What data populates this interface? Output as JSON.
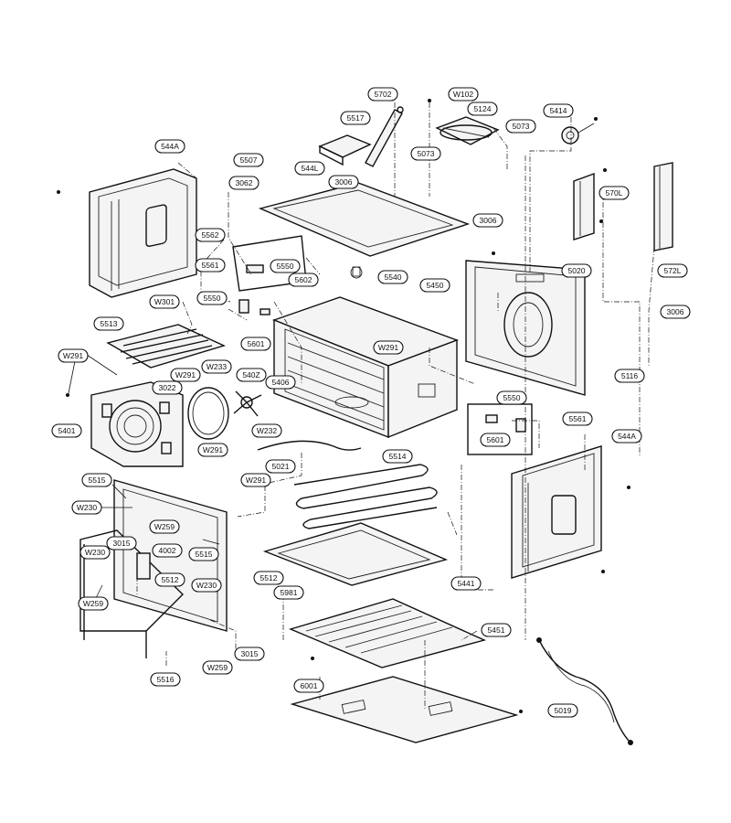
{
  "callouts": [
    {
      "id": "c-5702",
      "label": "5702"
    },
    {
      "id": "c-W102",
      "label": "W102"
    },
    {
      "id": "c-5124",
      "label": "5124"
    },
    {
      "id": "c-5517",
      "label": "5517"
    },
    {
      "id": "c-5073a",
      "label": "5073"
    },
    {
      "id": "c-5073b",
      "label": "5073"
    },
    {
      "id": "c-5414",
      "label": "5414"
    },
    {
      "id": "c-544A-top",
      "label": "544A"
    },
    {
      "id": "c-5507",
      "label": "5507"
    },
    {
      "id": "c-544L",
      "label": "544L"
    },
    {
      "id": "c-3062",
      "label": "3062"
    },
    {
      "id": "c-3006a",
      "label": "3006"
    },
    {
      "id": "c-3006b",
      "label": "3006"
    },
    {
      "id": "c-570L",
      "label": "570L"
    },
    {
      "id": "c-572L",
      "label": "572L"
    },
    {
      "id": "c-5562",
      "label": "5562"
    },
    {
      "id": "c-5550a",
      "label": "5550"
    },
    {
      "id": "c-5561a",
      "label": "5561"
    },
    {
      "id": "c-5602",
      "label": "5602"
    },
    {
      "id": "c-5540",
      "label": "5540"
    },
    {
      "id": "c-5450",
      "label": "5450"
    },
    {
      "id": "c-5020",
      "label": "5020"
    },
    {
      "id": "c-5550b",
      "label": "5550"
    },
    {
      "id": "c-W301",
      "label": "W301"
    },
    {
      "id": "c-3006c",
      "label": "3006"
    },
    {
      "id": "c-5513",
      "label": "5513"
    },
    {
      "id": "c-5601a",
      "label": "5601"
    },
    {
      "id": "c-W291a",
      "label": "W291"
    },
    {
      "id": "c-W291b",
      "label": "W291"
    },
    {
      "id": "c-W233",
      "label": "W233"
    },
    {
      "id": "c-W291c",
      "label": "W291"
    },
    {
      "id": "c-540Z",
      "label": "540Z"
    },
    {
      "id": "c-5406",
      "label": "5406"
    },
    {
      "id": "c-3022",
      "label": "3022"
    },
    {
      "id": "c-5116",
      "label": "5116"
    },
    {
      "id": "c-5550c",
      "label": "5550"
    },
    {
      "id": "c-5401",
      "label": "5401"
    },
    {
      "id": "c-W232",
      "label": "W232"
    },
    {
      "id": "c-5561b",
      "label": "5561"
    },
    {
      "id": "c-5601b",
      "label": "5601"
    },
    {
      "id": "c-W291d",
      "label": "W291"
    },
    {
      "id": "c-544A-right",
      "label": "544A"
    },
    {
      "id": "c-5021",
      "label": "5021"
    },
    {
      "id": "c-5514",
      "label": "5514"
    },
    {
      "id": "c-W291e",
      "label": "W291"
    },
    {
      "id": "c-5515a",
      "label": "5515"
    },
    {
      "id": "c-W230a",
      "label": "W230"
    },
    {
      "id": "c-W259a",
      "label": "W259"
    },
    {
      "id": "c-3015a",
      "label": "3015"
    },
    {
      "id": "c-4002",
      "label": "4002"
    },
    {
      "id": "c-5515b",
      "label": "5515"
    },
    {
      "id": "c-W230b",
      "label": "W230"
    },
    {
      "id": "c-5512a",
      "label": "5512"
    },
    {
      "id": "c-W230c",
      "label": "W230"
    },
    {
      "id": "c-5512b",
      "label": "5512"
    },
    {
      "id": "c-5441",
      "label": "5441"
    },
    {
      "id": "c-W259b",
      "label": "W259"
    },
    {
      "id": "c-5981",
      "label": "5981"
    },
    {
      "id": "c-5451",
      "label": "5451"
    },
    {
      "id": "c-3015b",
      "label": "3015"
    },
    {
      "id": "c-W259c",
      "label": "W259"
    },
    {
      "id": "c-5516",
      "label": "5516"
    },
    {
      "id": "c-6001",
      "label": "6001"
    },
    {
      "id": "c-5019",
      "label": "5019"
    }
  ]
}
